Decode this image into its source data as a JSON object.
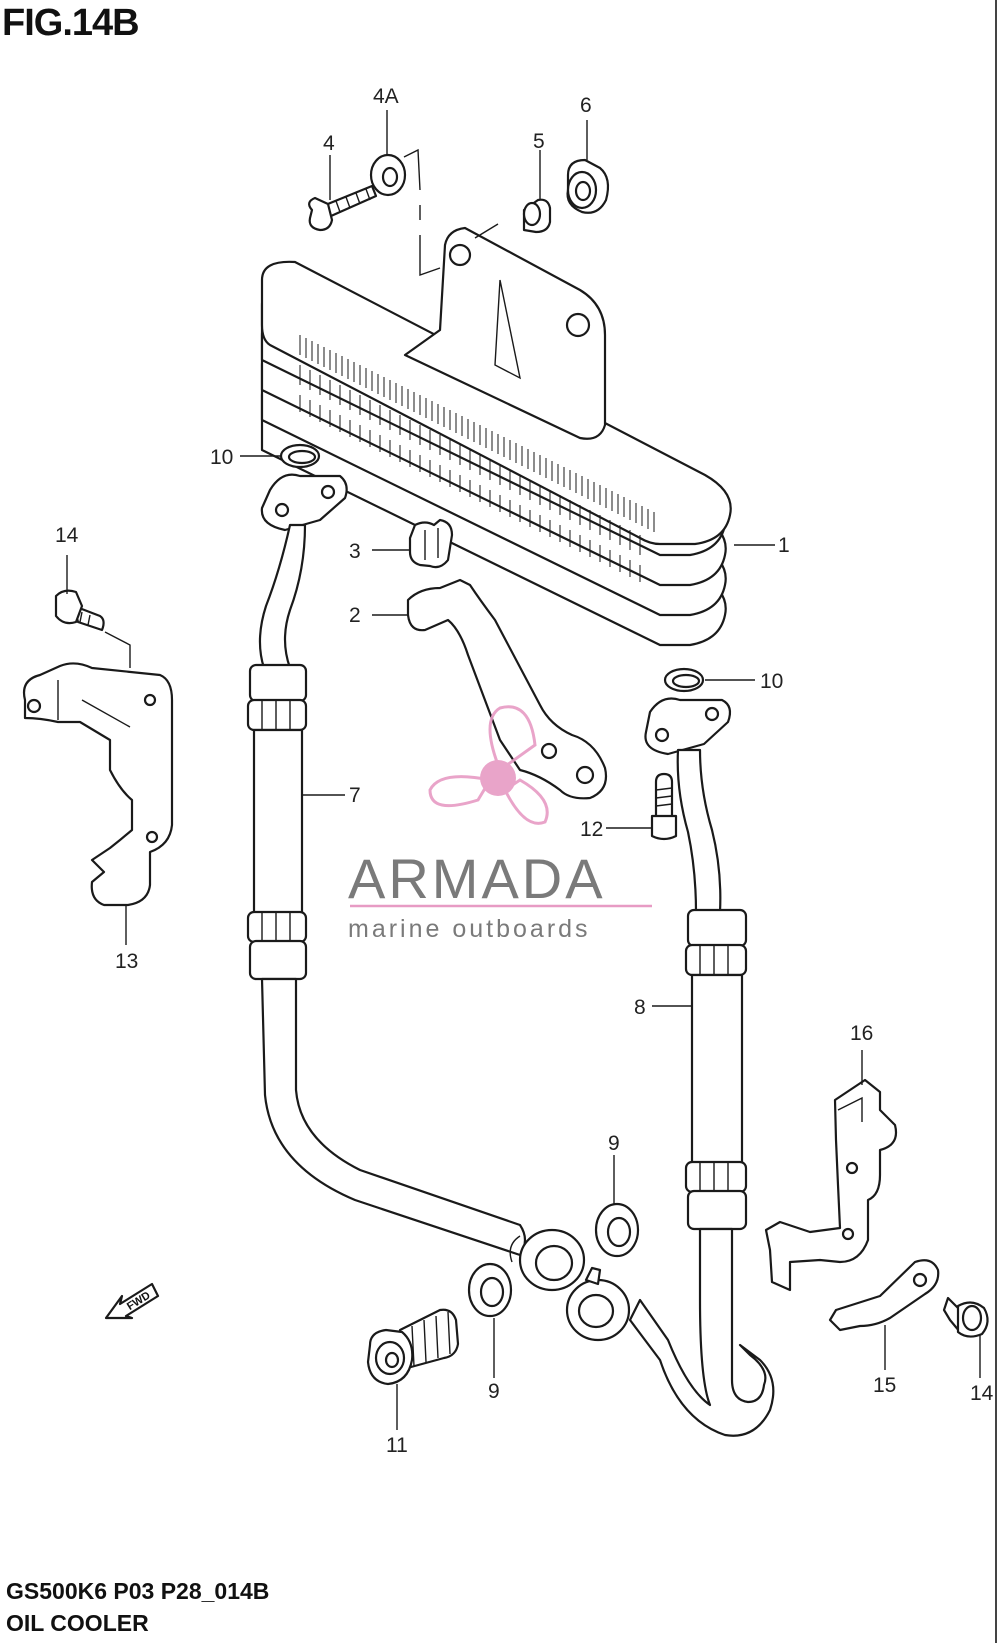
{
  "figure": {
    "title": "FIG.14B",
    "code": "GS500K6 P03 P28_014B",
    "name": "OIL COOLER"
  },
  "callouts": {
    "c1": "1",
    "c2": "2",
    "c3": "3",
    "c4": "4",
    "c4a": "4A",
    "c5": "5",
    "c6": "6",
    "c7": "7",
    "c8": "8",
    "c9a": "9",
    "c9b": "9",
    "c10a": "10",
    "c10b": "10",
    "c11": "11",
    "c12": "12",
    "c13": "13",
    "c14a": "14",
    "c14b": "14",
    "c15": "15",
    "c16": "16"
  },
  "watermark": {
    "title": "ARMADA",
    "subtitle": "marine outboards",
    "icon": "propeller-icon",
    "color_primary": "#7a7a7a",
    "color_accent": "#e79bc4"
  },
  "fwd_label": "FWD",
  "colors": {
    "line": "#1a1a1a",
    "background": "#ffffff"
  }
}
